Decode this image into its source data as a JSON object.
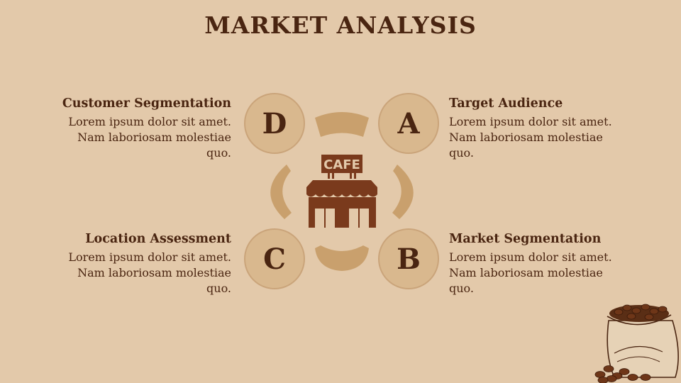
{
  "title": "MARKET ANALYSIS",
  "cafe_sign": "CAFE",
  "colors": {
    "background": "#e3c9aa",
    "circle": "#d9b88e",
    "arc": "#c9a06d",
    "text": "#4a2511",
    "shop": "#7a3a1c"
  },
  "items": [
    {
      "letter": "D",
      "heading": "Customer Segmentation",
      "body": "Lorem ipsum dolor sit amet. Nam laboriosam molestiae quo."
    },
    {
      "letter": "A",
      "heading": "Target Audience",
      "body": "Lorem ipsum dolor sit amet. Nam laboriosam molestiae quo."
    },
    {
      "letter": "C",
      "heading": "Location Assessment",
      "body": "Lorem ipsum dolor sit amet. Nam laboriosam molestiae quo."
    },
    {
      "letter": "B",
      "heading": "Market Segmentation",
      "body": "Lorem ipsum dolor sit amet. Nam laboriosam molestiae quo."
    }
  ],
  "icons": [
    "cafe-storefront-icon",
    "coffee-bean-sack-icon"
  ]
}
